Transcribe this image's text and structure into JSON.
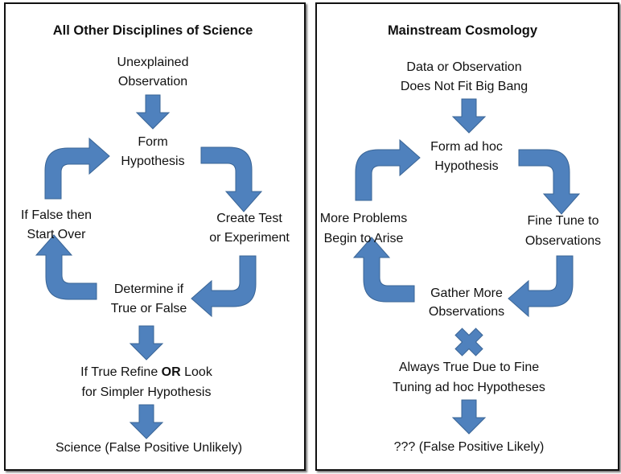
{
  "colors": {
    "arrow": "#4f81bd",
    "border": "#111111"
  },
  "left": {
    "title": "All Other Disciplines of Science",
    "start": [
      "Unexplained",
      "Observation"
    ],
    "hypothesis": [
      "Form",
      "Hypothesis"
    ],
    "test": [
      "Create Test",
      "or Experiment"
    ],
    "determine": [
      "Determine if",
      "True or False"
    ],
    "false_branch": [
      "If False then",
      "Start Over"
    ],
    "refine": {
      "pre": "If True Refine ",
      "bold": "OR",
      "post": " Look",
      "line2": "for Simpler Hypothesis"
    },
    "result": "Science (False Positive Unlikely)"
  },
  "right": {
    "title": "Mainstream Cosmology",
    "start": [
      "Data or Observation",
      "Does Not Fit Big Bang"
    ],
    "hypothesis": [
      "Form ad hoc",
      "Hypothesis"
    ],
    "tune": [
      "Fine Tune to",
      "Observations"
    ],
    "gather": [
      "Gather More",
      "Observations"
    ],
    "problems": [
      "More Problems",
      "Begin to Arise"
    ],
    "always": [
      "Always True Due to Fine",
      "Tuning ad hoc Hypotheses"
    ],
    "result": "??? (False Positive Likely)"
  }
}
